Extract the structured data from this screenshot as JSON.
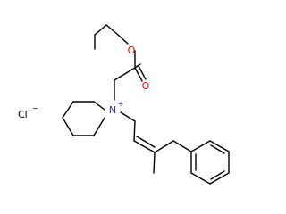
{
  "atoms": {
    "ester_o": "O",
    "carbonyl_o": "O",
    "nitrogen": "N",
    "nitrogen_charge": "+",
    "chloride": "Cl",
    "chloride_charge": "−"
  },
  "colors": {
    "bond": "#000000",
    "oxygen": "#ff0000",
    "nitrogen": "#3333cc",
    "chlorine": "#000000",
    "background": "#ffffff"
  }
}
